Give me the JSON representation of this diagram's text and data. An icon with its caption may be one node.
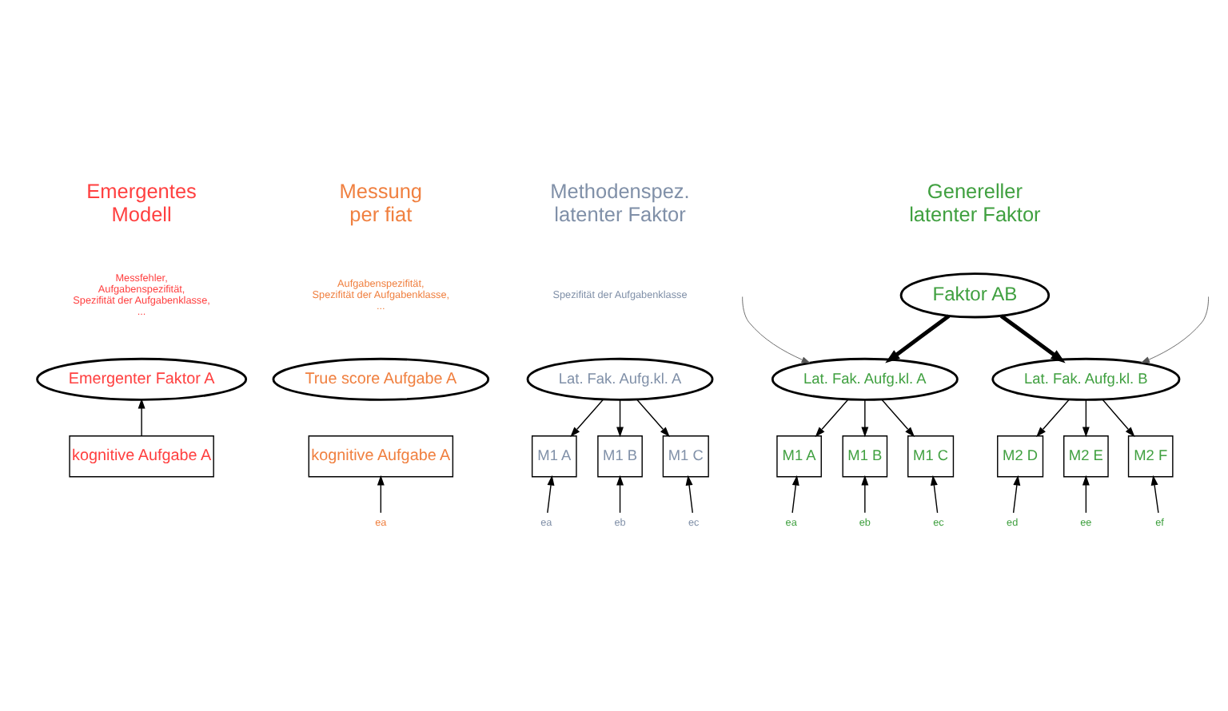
{
  "diagram": {
    "nodes": [
      {
        "text": [
          "Emergenter Faktor A"
        ]
      },
      {
        "text": [
          "kognitive Aufgabe A"
        ]
      },
      {
        "text": [
          "True score Aufgabe A"
        ]
      },
      {
        "text": [
          "kognitive Aufgabe A"
        ]
      },
      {
        "text": [
          "ea"
        ]
      },
      {
        "text": [
          "Lat. Fak. Aufg.kl. A"
        ]
      },
      {
        "text": [
          "M1 A"
        ]
      },
      {
        "text": [
          "M1 B"
        ]
      },
      {
        "text": [
          "M1 C"
        ]
      },
      {
        "text": [
          "ea"
        ]
      },
      {
        "text": [
          "eb"
        ]
      },
      {
        "text": [
          "ec"
        ]
      },
      {
        "text": [
          "Faktor AB"
        ]
      },
      {
        "text": [
          "Lat. Fak. Aufg.kl. A"
        ]
      },
      {
        "text": [
          "Lat. Fak. Aufg.kl. B"
        ]
      },
      {
        "text": [
          "M1 A"
        ]
      },
      {
        "text": [
          "M1 B"
        ]
      },
      {
        "text": [
          "M1 C"
        ]
      },
      {
        "text": [
          "M2 D"
        ]
      },
      {
        "text": [
          "M2 E"
        ]
      },
      {
        "text": [
          "M2 F"
        ]
      },
      {
        "text": [
          "ea"
        ]
      },
      {
        "text": [
          "eb"
        ]
      },
      {
        "text": [
          "ec"
        ]
      },
      {
        "text": [
          "ed"
        ]
      },
      {
        "text": [
          "ee"
        ]
      },
      {
        "text": [
          "ef"
        ]
      }
    ],
    "edges": [
      {
        "from": 1,
        "to": 0,
        "arrow": "to"
      },
      {
        "from": 4,
        "to": 3,
        "arrow": "to"
      },
      {
        "from": 5,
        "to": 6,
        "arrow": "to"
      },
      {
        "from": 5,
        "to": 7,
        "arrow": "to"
      },
      {
        "from": 5,
        "to": 8,
        "arrow": "to"
      },
      {
        "from": 9,
        "to": 6,
        "arrow": "to"
      },
      {
        "from": 10,
        "to": 7,
        "arrow": "to"
      },
      {
        "from": 11,
        "to": 8,
        "arrow": "to"
      },
      {
        "from": 12,
        "to": 13,
        "arrow": "to",
        "style": "thick"
      },
      {
        "from": 12,
        "to": 14,
        "arrow": "to",
        "style": "thick"
      },
      {
        "from": null,
        "to": 13,
        "arrow": "to"
      },
      {
        "from": null,
        "to": 14,
        "arrow": "to"
      },
      {
        "from": 13,
        "to": 15,
        "arrow": "to"
      },
      {
        "from": 13,
        "to": 16,
        "arrow": "to"
      },
      {
        "from": 13,
        "to": 17,
        "arrow": "to"
      },
      {
        "from": 14,
        "to": 18,
        "arrow": "to"
      },
      {
        "from": 14,
        "to": 19,
        "arrow": "to"
      },
      {
        "from": 14,
        "to": 20,
        "arrow": "to"
      },
      {
        "from": 21,
        "to": 15,
        "arrow": "to"
      },
      {
        "from": 22,
        "to": 16,
        "arrow": "to"
      },
      {
        "from": 23,
        "to": 17,
        "arrow": "to"
      },
      {
        "from": 24,
        "to": 18,
        "arrow": "to"
      },
      {
        "from": 25,
        "to": 19,
        "arrow": "to"
      },
      {
        "from": 26,
        "to": 20,
        "arrow": "to"
      }
    ],
    "labels": [
      "Emergentes Modell",
      "Messung per fiat",
      "Methodenspez. latenter Faktor",
      "Genereller latenter Faktor",
      "Messfehler, Aufgabenspezifität, Spezifität der Aufgabenklasse, ...",
      "Aufgabenspezifität, Spezifität der Aufgabenklasse, ...",
      "Spezifität der Aufgabenklasse"
    ]
  }
}
